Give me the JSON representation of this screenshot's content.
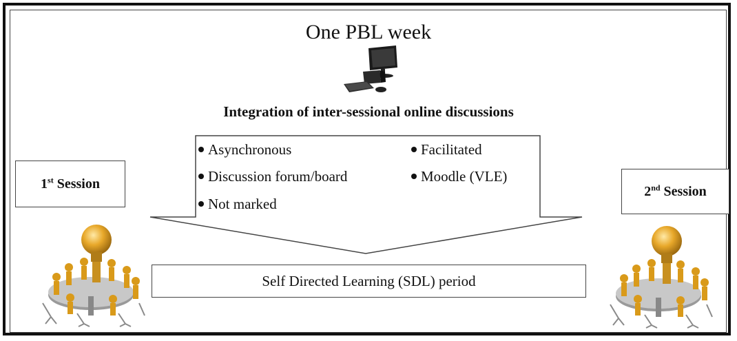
{
  "title": "One PBL week",
  "subtitle": "Integration of inter-sessional online discussions",
  "features": {
    "left": [
      "Asynchronous",
      "Discussion forum/board",
      "Not marked"
    ],
    "right": [
      "Facilitated",
      "Moodle (VLE)"
    ]
  },
  "sessions": {
    "first": {
      "ordinal": "1",
      "suffix": "st",
      "label": "Session"
    },
    "second": {
      "ordinal": "2",
      "suffix": "nd",
      "label": "Session"
    }
  },
  "period_label": "Self Directed Learning (SDL) period",
  "icons": {
    "computer": "computer-icon",
    "meeting": "meeting-lightbulb-icon"
  },
  "colors": {
    "gold": "#d99a1a",
    "table": "#9a9a9a",
    "border": "#111111"
  }
}
